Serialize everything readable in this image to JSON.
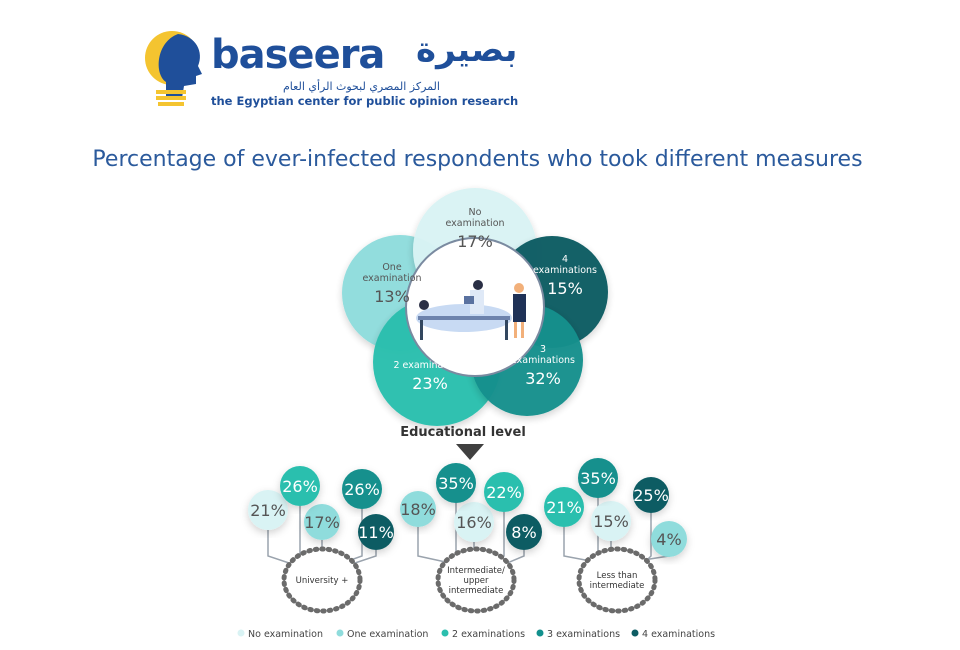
{
  "logo": {
    "latin": "baseera",
    "arabic_name": "بصيرة",
    "arabic_sub": "المركز المصري لبحوث الرأي العام",
    "english_sub": "the Egyptian center for public opinion research"
  },
  "title": "Percentage of ever-infected respondents who took different measures",
  "colors": {
    "no_examination": "#d9f3f4",
    "one_examination": "#8fdcdc",
    "two_examinations": "#2bbfae",
    "three_examinations": "#12908d",
    "four_examinations": "#0d5c63"
  },
  "chart_data": [
    {
      "type": "pie",
      "categories": [
        "No examination",
        "One examination",
        "2 examinations",
        "3 examinations",
        "4 examinations"
      ],
      "values": [
        17,
        13,
        23,
        32,
        15
      ],
      "value_labels": [
        "17%",
        "13%",
        "23%",
        "32%",
        "15%"
      ]
    },
    {
      "type": "bar",
      "title": "Educational level",
      "groups": [
        "University +",
        "Intermediate/ upper intermediate",
        "Less than intermediate"
      ],
      "series": [
        {
          "name": "No examination",
          "values": [
            21,
            16,
            15
          ],
          "value_labels": [
            "21%",
            "16%",
            "15%"
          ]
        },
        {
          "name": "One examination",
          "values": [
            17,
            18,
            4
          ],
          "value_labels": [
            "17%",
            "18%",
            "4%"
          ]
        },
        {
          "name": "2 examinations",
          "values": [
            26,
            22,
            21
          ],
          "value_labels": [
            "26%",
            "22%",
            "21%"
          ]
        },
        {
          "name": "3 examinations",
          "values": [
            26,
            35,
            35
          ],
          "value_labels": [
            "26%",
            "35%",
            "35%"
          ]
        },
        {
          "name": "4 examinations",
          "values": [
            11,
            8,
            25
          ],
          "value_labels": [
            "11%",
            "8%",
            "25%"
          ]
        }
      ],
      "legend": "bottom"
    }
  ]
}
